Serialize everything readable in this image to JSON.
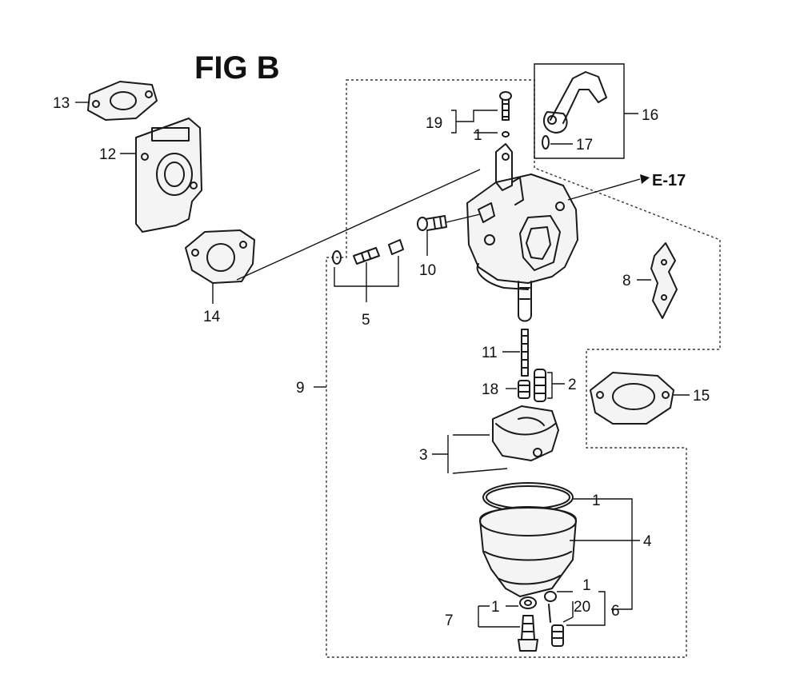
{
  "figure": {
    "title": "FIG B",
    "reference": "E-17"
  },
  "callouts": {
    "c1a": "1",
    "c1b": "1",
    "c1c": "1",
    "c1d": "1",
    "c2": "2",
    "c3": "3",
    "c4": "4",
    "c5": "5",
    "c6": "6",
    "c7": "7",
    "c8": "8",
    "c9": "9",
    "c10": "10",
    "c11": "11",
    "c12": "12",
    "c13": "13",
    "c14": "14",
    "c15": "15",
    "c16": "16",
    "c17": "17",
    "c18": "18",
    "c19": "19",
    "c20": "20"
  }
}
